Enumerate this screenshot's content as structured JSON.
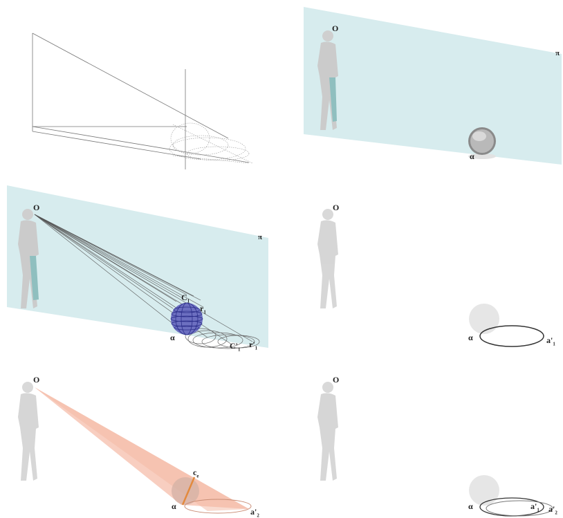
{
  "panels": {
    "p2": {
      "viewpoint": "O",
      "plane": "π",
      "sphere_base": "α"
    },
    "p3": {
      "viewpoint": "O",
      "plane": "π",
      "circle": "C",
      "circle_sub": "1",
      "radius": "r",
      "radius_sub": "1",
      "base": "α",
      "shadow_circle": "C'",
      "shadow_circle_sub": "1",
      "shadow_radius": "r'",
      "shadow_radius_sub": "1"
    },
    "p4": {
      "viewpoint": "O",
      "base": "α",
      "ellipse_end": "a'",
      "ellipse_end_sub": "1"
    },
    "p5": {
      "viewpoint": "O",
      "cone_label": "c",
      "cone_label_sub": "e",
      "base": "α",
      "ellipse_end": "a'",
      "ellipse_end_sub": "2"
    },
    "p6": {
      "viewpoint": "O",
      "base": "α",
      "ellipse_end_1": "a'",
      "ellipse_end_1_sub": "1",
      "ellipse_end_2": "a'",
      "ellipse_end_2_sub": "2"
    }
  },
  "colors": {
    "plane": "#d7ecee",
    "figure": "#c9c9c9",
    "figure_leg": "#8fbfbf",
    "sphere_blue": "#4a4fa8",
    "cone": "#f2a58c",
    "line": "#555555"
  }
}
